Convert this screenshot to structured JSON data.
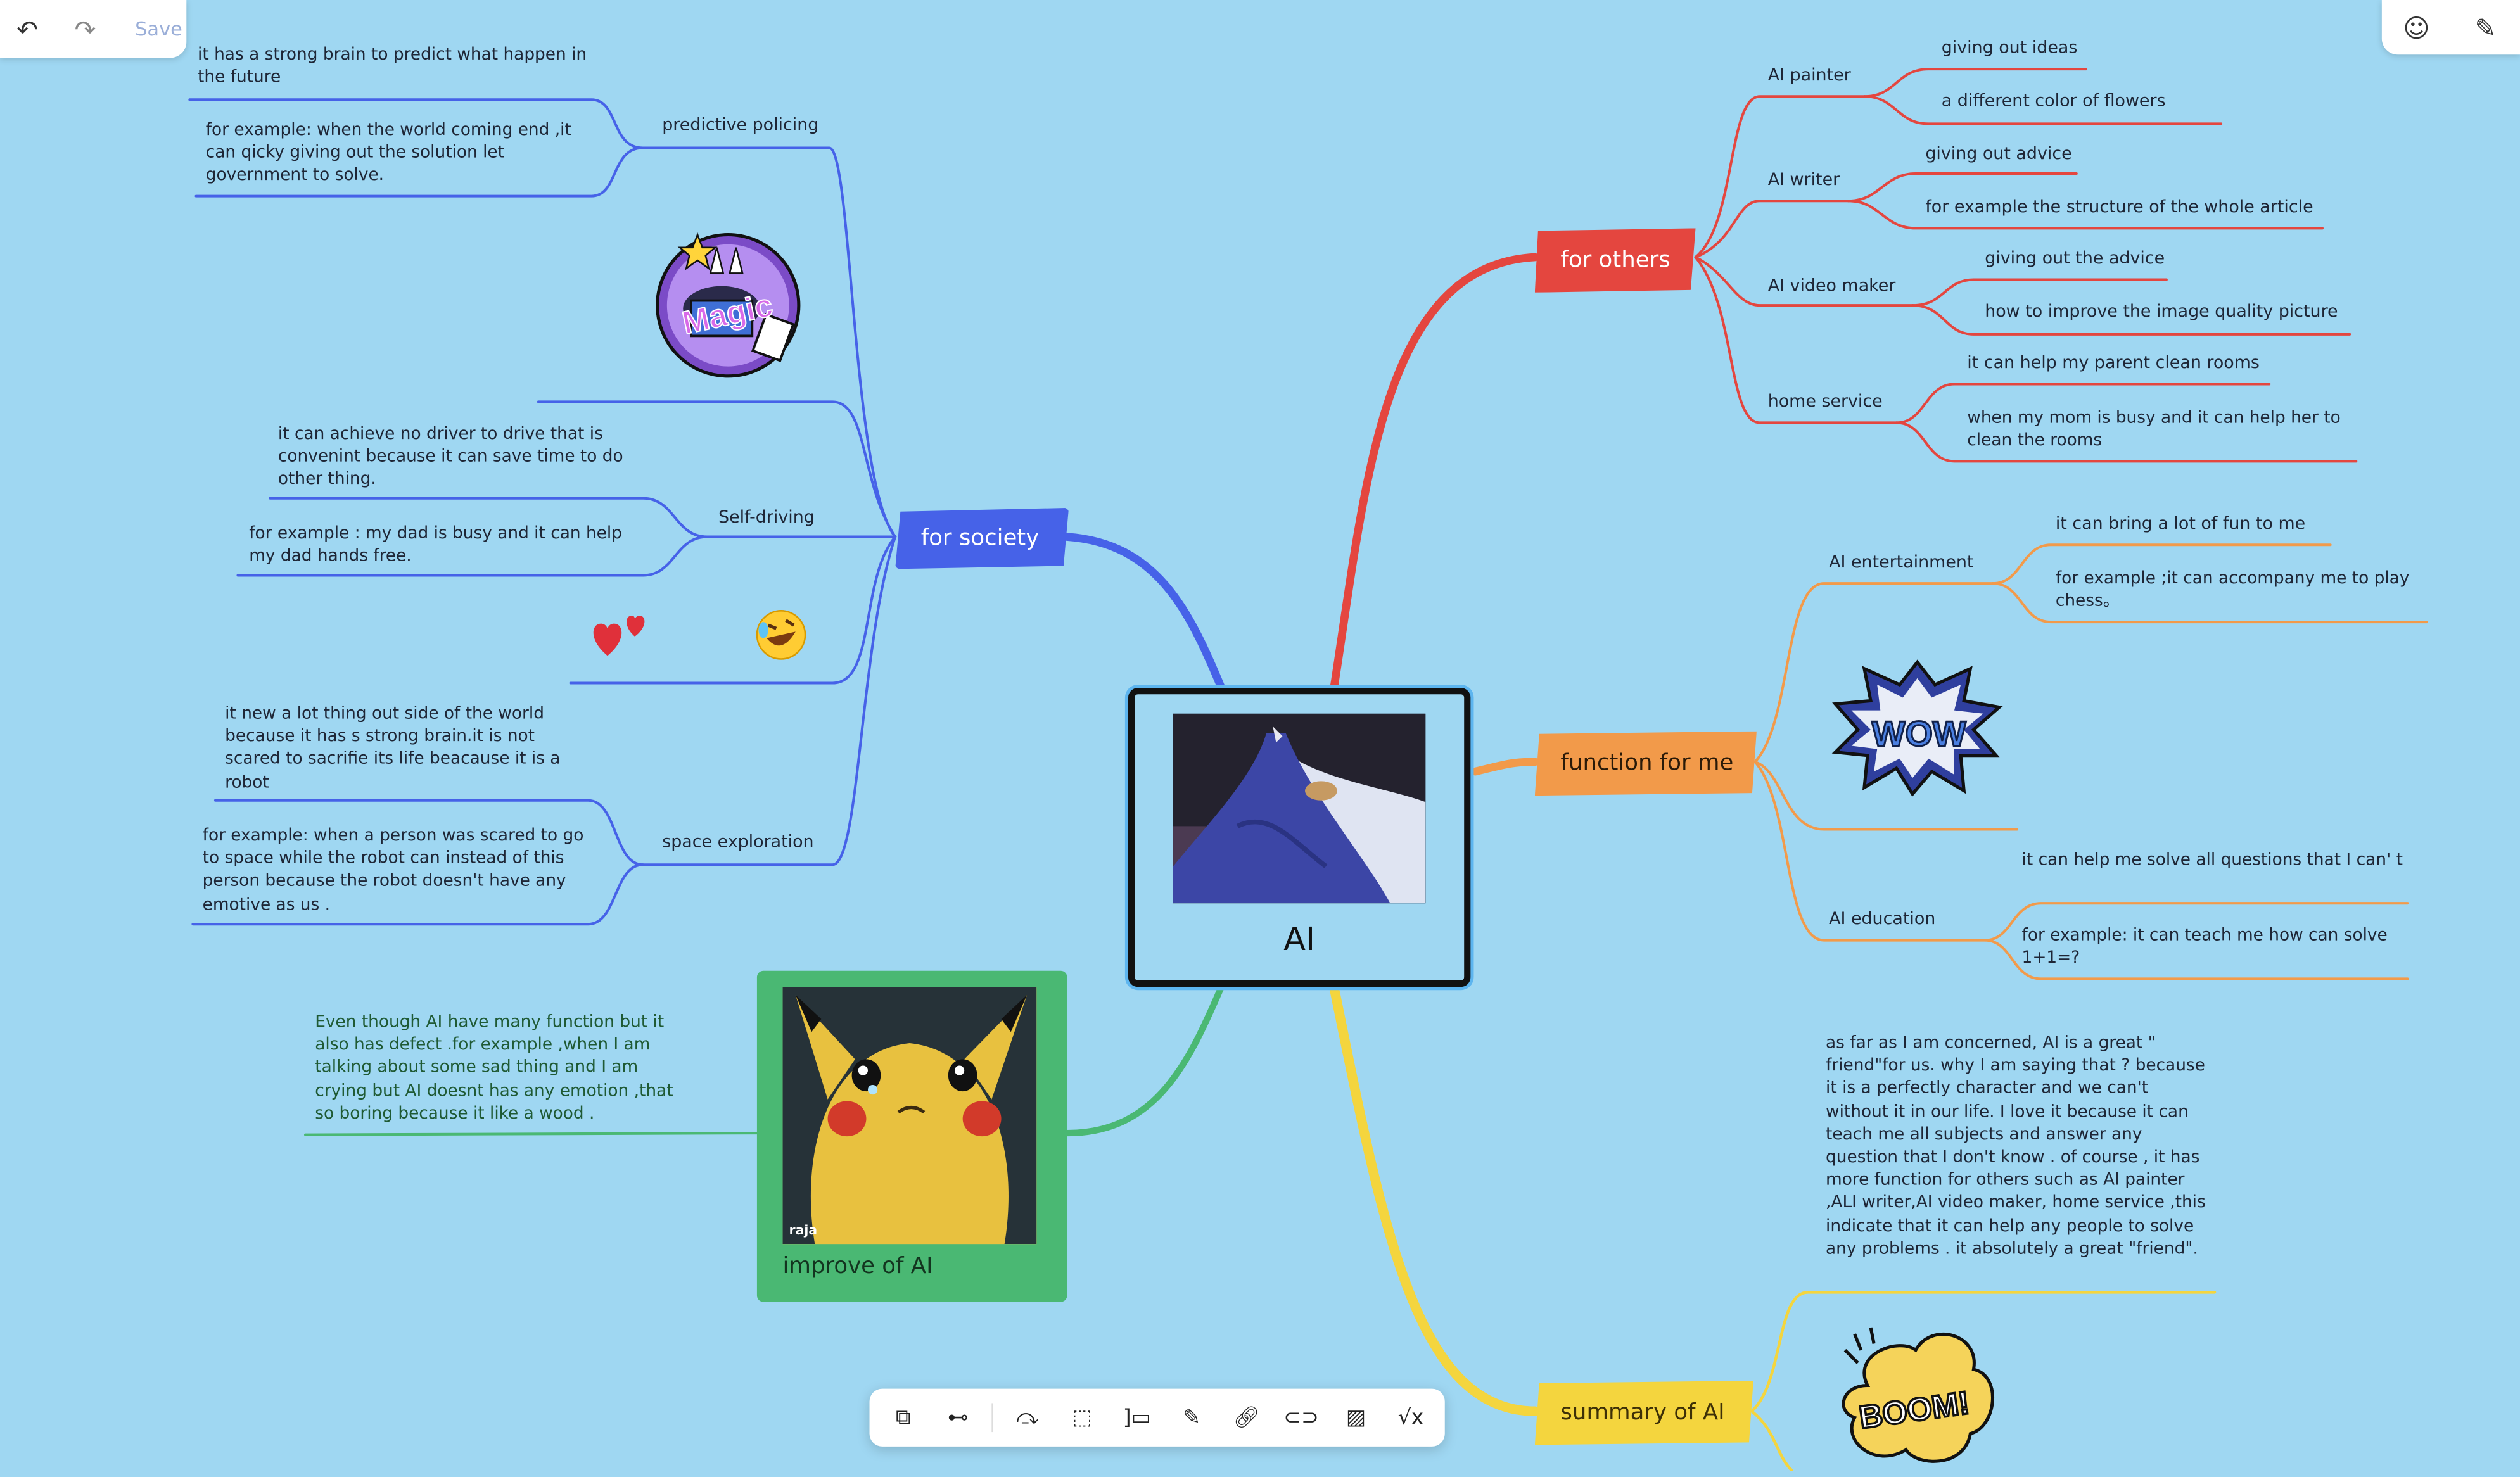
{
  "top_toolbar": {
    "save_label": "Save"
  },
  "center": {
    "title": "AI"
  },
  "branches": {
    "society": {
      "label": "for society",
      "color": "#4662e8",
      "topics": {
        "predictive": "predictive policing",
        "selfdriving": "Self-driving",
        "space": "space exploration"
      },
      "texts": {
        "pred1": "it has a strong brain to predict what happen in the future",
        "pred2": "for example: when the world coming end ,it can qicky giving out the solution let government to solve.",
        "self1": "it can achieve no driver to drive that is convenint because it can save time to do other thing.",
        "self2": "for example : my dad is busy and it can help my dad hands free.",
        "space1": "it new a lot thing out side of the world because it has s strong brain.it is not scared to sacrifie its life beacause it is a robot",
        "space2": "for example: when a person was scared to go to space while the robot can instead of this person because the robot doesn't have any emotive as us ."
      }
    },
    "others": {
      "label": "for others",
      "color": "#e4463f",
      "topics": {
        "painter": "AI painter",
        "writer": "AI writer",
        "video": "AI video maker",
        "home": "home service"
      },
      "texts": {
        "p1": "giving out ideas",
        "p2": "a different color of flowers",
        "w1": "giving out advice",
        "w2": "for example the structure of the whole article",
        "v1": "giving out the advice",
        "v2": "how to improve the image quality picture",
        "h1": "it can help my parent clean rooms",
        "h2": "when my mom is busy and it can help her to clean the rooms"
      }
    },
    "me": {
      "label": "function for me",
      "color": "#f29a4a",
      "topics": {
        "ent": "AI entertainment",
        "edu": "AI education"
      },
      "texts": {
        "e1": "it can bring a lot of fun to me",
        "e2": "for example ;it can accompany me to play chess。",
        "d1": "it can help me solve all questions that I can' t",
        "d2": "for example: it can teach me how can solve 1+1=?"
      }
    },
    "improve": {
      "label": "improve of AI",
      "color": "#4ab873",
      "text": "Even though AI have many function but it also has defect .for example ,when I am talking about some sad thing and I am crying but AI doesnt has any emotion ,that so boring because it like a wood ."
    },
    "summary": {
      "label": "summary of AI",
      "color": "#f4d53e",
      "text": "as far as I am concerned, AI is a great \" friend\"for us. why I am saying that ? because it is a perfectly  character and we can't without it in our life. I love it because it can teach me all subjects and answer any question that I don't know .  of course , it has more function for others such as AI painter ,ALI writer,AI video maker, home service ,this  indicate that it can help any people to solve any problems . it absolutely a great \"friend\"."
    }
  },
  "stickers": {
    "magic": "Magic",
    "wow": "WOW",
    "boom": "BOOM!",
    "watermark": "raja"
  },
  "bottom_toolbar": {
    "tools": [
      "add-child-node",
      "add-sibling-node",
      "relationship-line",
      "boundary",
      "summary-brace",
      "note",
      "link",
      "tag",
      "image",
      "formula"
    ]
  }
}
